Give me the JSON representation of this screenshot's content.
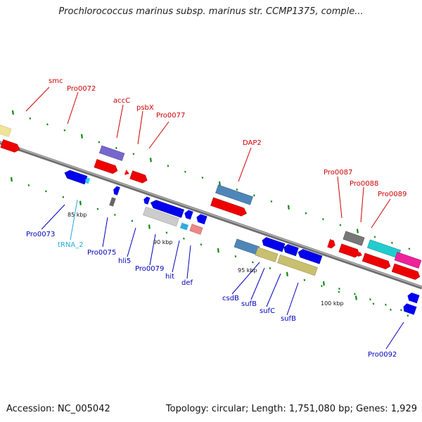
{
  "title": "Prochlorococcus marinus subsp. marinus str. CCMP1375, comple...",
  "footer": {
    "accession": "Accession: NC_005042",
    "topology": "Topology: circular; Length: 1,751,080 bp; Genes: 1,929"
  },
  "colors": {
    "forward_label": "#cc0000",
    "reverse_label": "#0000bb",
    "trna_label": "#22aadd",
    "backbone": "#888888",
    "tick_mark": "#118811"
  },
  "kbp_ticks": [
    "85 kbp",
    "90 kbp",
    "95 kbp",
    "100 kbp"
  ],
  "features": {
    "smc": "smc",
    "pro0072": "Pro0072",
    "accC": "accC",
    "psbX": "psbX",
    "pro0077": "Pro0077",
    "dap2": "DAP2",
    "pro0087": "Pro0087",
    "pro0088": "Pro0088",
    "pro0089": "Pro0089",
    "pro0073": "Pro0073",
    "trna2": "tRNA_2",
    "pro0075": "Pro0075",
    "hli5": "hli5",
    "pro0079": "Pro0079",
    "hit": "hit",
    "def": "def",
    "csdB": "csdB",
    "sufB_1": "sufB",
    "sufC": "sufC",
    "sufB_2": "sufB",
    "pro0092": "Pro0092"
  }
}
